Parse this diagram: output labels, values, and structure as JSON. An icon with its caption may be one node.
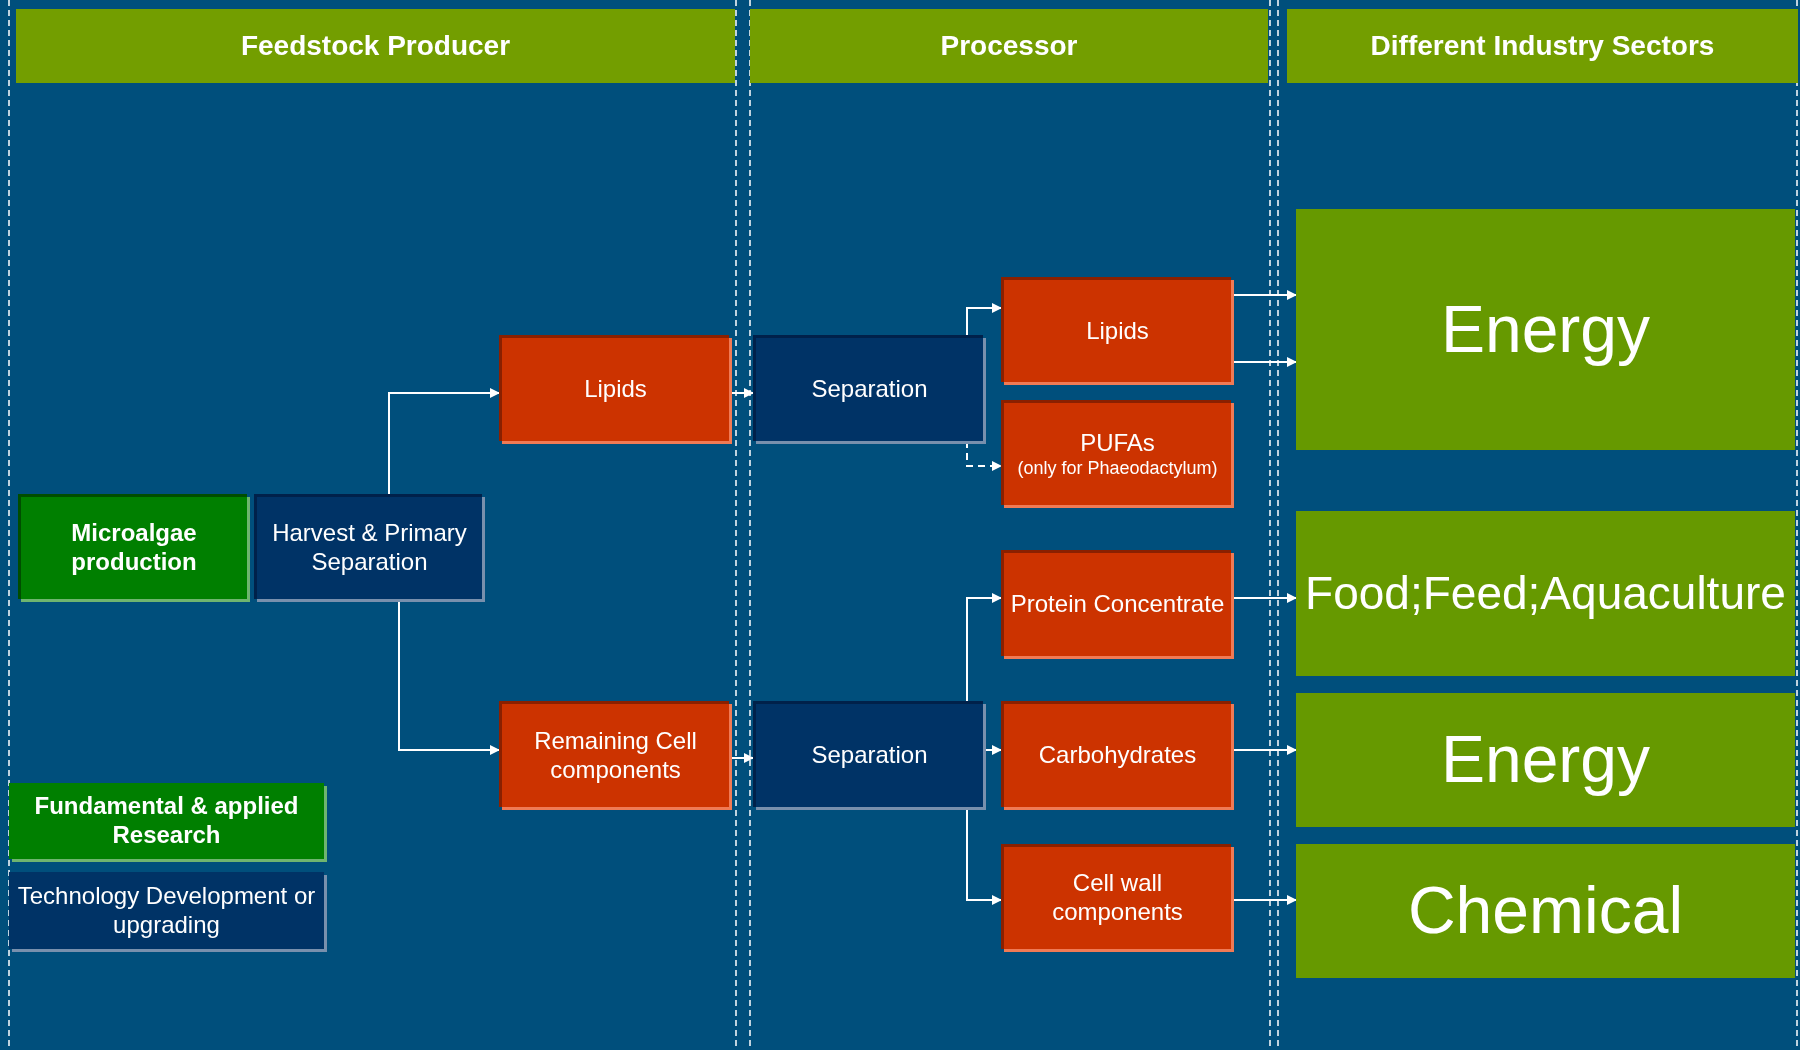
{
  "diagram": {
    "nodes": [
      {
        "text": [
          "Feedstock Producer"
        ]
      },
      {
        "text": [
          "Processor"
        ]
      },
      {
        "text": [
          "Different Industry Sectors"
        ]
      },
      {
        "text": [
          "Microalgae production"
        ]
      },
      {
        "text": [
          "Harvest & Primary Separation"
        ]
      },
      {
        "text": [
          "Lipids"
        ]
      },
      {
        "text": [
          "Remaining Cell components"
        ]
      },
      {
        "text": [
          "Separation"
        ]
      },
      {
        "text": [
          "Separation"
        ]
      },
      {
        "text": [
          "Lipids"
        ]
      },
      {
        "text": [
          "PUFAs",
          "(only for Phaeodactylum)"
        ]
      },
      {
        "text": [
          "Protein Concentrate"
        ]
      },
      {
        "text": [
          "Carbohydrates"
        ]
      },
      {
        "text": [
          "Cell wall components"
        ]
      },
      {
        "text": [
          "Energy"
        ]
      },
      {
        "text": [
          "Food;Feed;Aquaculture"
        ]
      },
      {
        "text": [
          "Energy"
        ]
      },
      {
        "text": [
          "Chemical"
        ]
      }
    ],
    "edges": [
      {
        "from": 4,
        "to": 5,
        "arrow": "to"
      },
      {
        "from": 4,
        "to": 6,
        "arrow": "to"
      },
      {
        "from": 5,
        "to": 7,
        "arrow": "to"
      },
      {
        "from": 6,
        "to": 8,
        "arrow": "to"
      },
      {
        "from": 7,
        "to": 9,
        "arrow": "to"
      },
      {
        "from": 7,
        "to": 10,
        "arrow": "to",
        "style": "dashed"
      },
      {
        "from": 8,
        "to": 11,
        "arrow": "to"
      },
      {
        "from": 8,
        "to": 12,
        "arrow": "to"
      },
      {
        "from": 8,
        "to": 13,
        "arrow": "to"
      },
      {
        "from": 9,
        "to": 14,
        "arrow": "to"
      },
      {
        "from": 9,
        "to": 14,
        "arrow": "to"
      },
      {
        "from": 11,
        "to": 15,
        "arrow": "to"
      },
      {
        "from": 12,
        "to": 16,
        "arrow": "to"
      },
      {
        "from": 13,
        "to": 17,
        "arrow": "to"
      }
    ],
    "legend": [
      {
        "text": "Fundamental & applied Research",
        "color": "#007f00"
      },
      {
        "text": "Technology Development or upgrading",
        "color": "#003366"
      }
    ]
  }
}
